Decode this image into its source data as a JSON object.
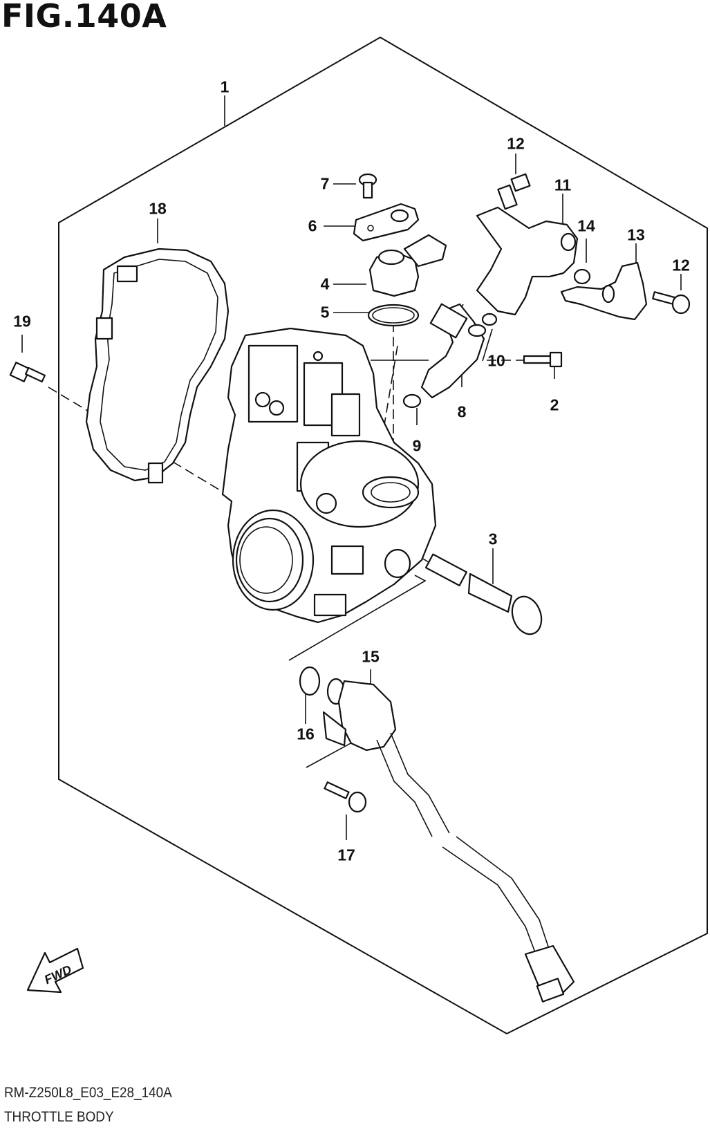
{
  "figure": {
    "title": "FIG.140A",
    "code": "RM-Z250L8_E03_E28_140A",
    "name": "THROTTLE BODY"
  },
  "fwd_arrow": {
    "label": "FWD"
  },
  "callouts": {
    "c1": "1",
    "c2": "2",
    "c3": "3",
    "c4": "4",
    "c5": "5",
    "c6": "6",
    "c7": "7",
    "c8": "8",
    "c9": "9",
    "c10": "10",
    "c11": "11",
    "c12a": "12",
    "c12b": "12",
    "c13": "13",
    "c14": "14",
    "c15": "15",
    "c16": "16",
    "c17": "17",
    "c18": "18",
    "c19": "19"
  },
  "parts": {
    "icons": [
      "throttle-body-icon",
      "cover-icon",
      "sensor-icon",
      "injector-icon",
      "adjuster-screw-icon",
      "bolt-icon",
      "o-ring-icon",
      "bracket-icon",
      "harness-connector-icon"
    ]
  }
}
